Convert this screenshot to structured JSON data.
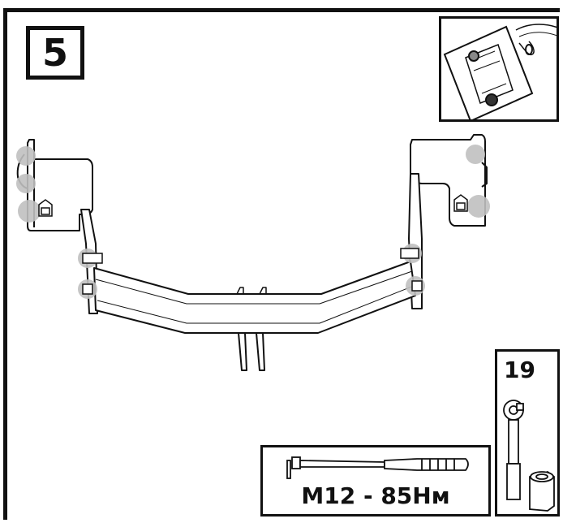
{
  "step": {
    "number": "5"
  },
  "tools": {
    "torque_wrench": {
      "label": "M12 - 85Нм"
    },
    "socket": {
      "size": "19"
    }
  },
  "colors": {
    "line": "#111111",
    "highlight": "#c0c0c0"
  }
}
